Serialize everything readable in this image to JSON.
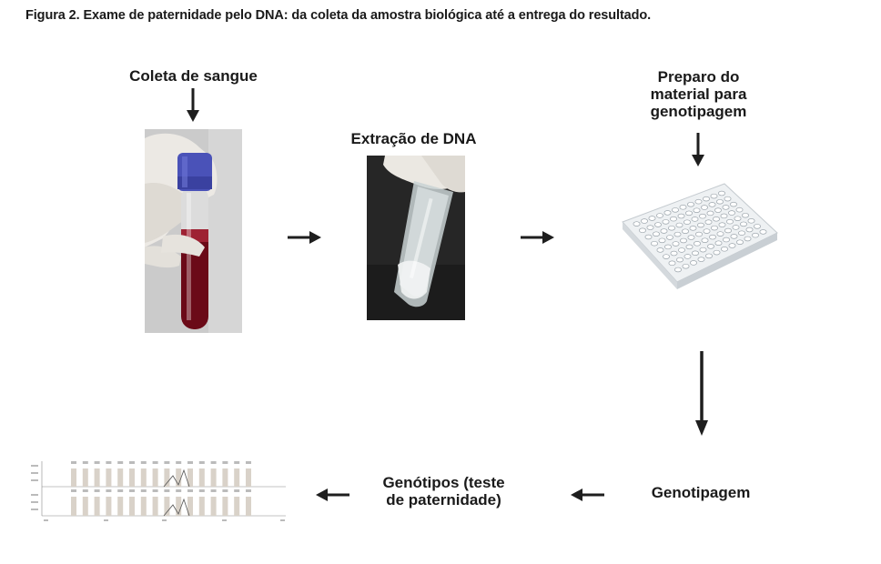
{
  "figure": {
    "caption": "Figura 2. Exame de paternidade pelo DNA: da coleta da amostra biológica até a entrega do resultado."
  },
  "steps": {
    "blood": "Coleta de sangue",
    "extraction": "Extração de DNA",
    "prep_line1": "Preparo do",
    "prep_line2": "material para",
    "prep_line3": "genotipagem",
    "genotyping": "Genotipagem",
    "genotypes_line1": "Genótipos (teste",
    "genotypes_line2": "de paternidade)"
  },
  "colors": {
    "arrow": "#1e1e1e",
    "blood": "#7a0e1e",
    "cap": "#4a52b8",
    "glove": "#e9e6e0",
    "photo_bg": "#cfcfcf",
    "dark_bg": "#2a2a2a",
    "plate": "#e8ebee",
    "peak": "#d9d2c9"
  },
  "icons": [
    "blood-tube-photo",
    "dna-tube-photo",
    "pcr-plate-icon",
    "electropherogram-icon"
  ]
}
